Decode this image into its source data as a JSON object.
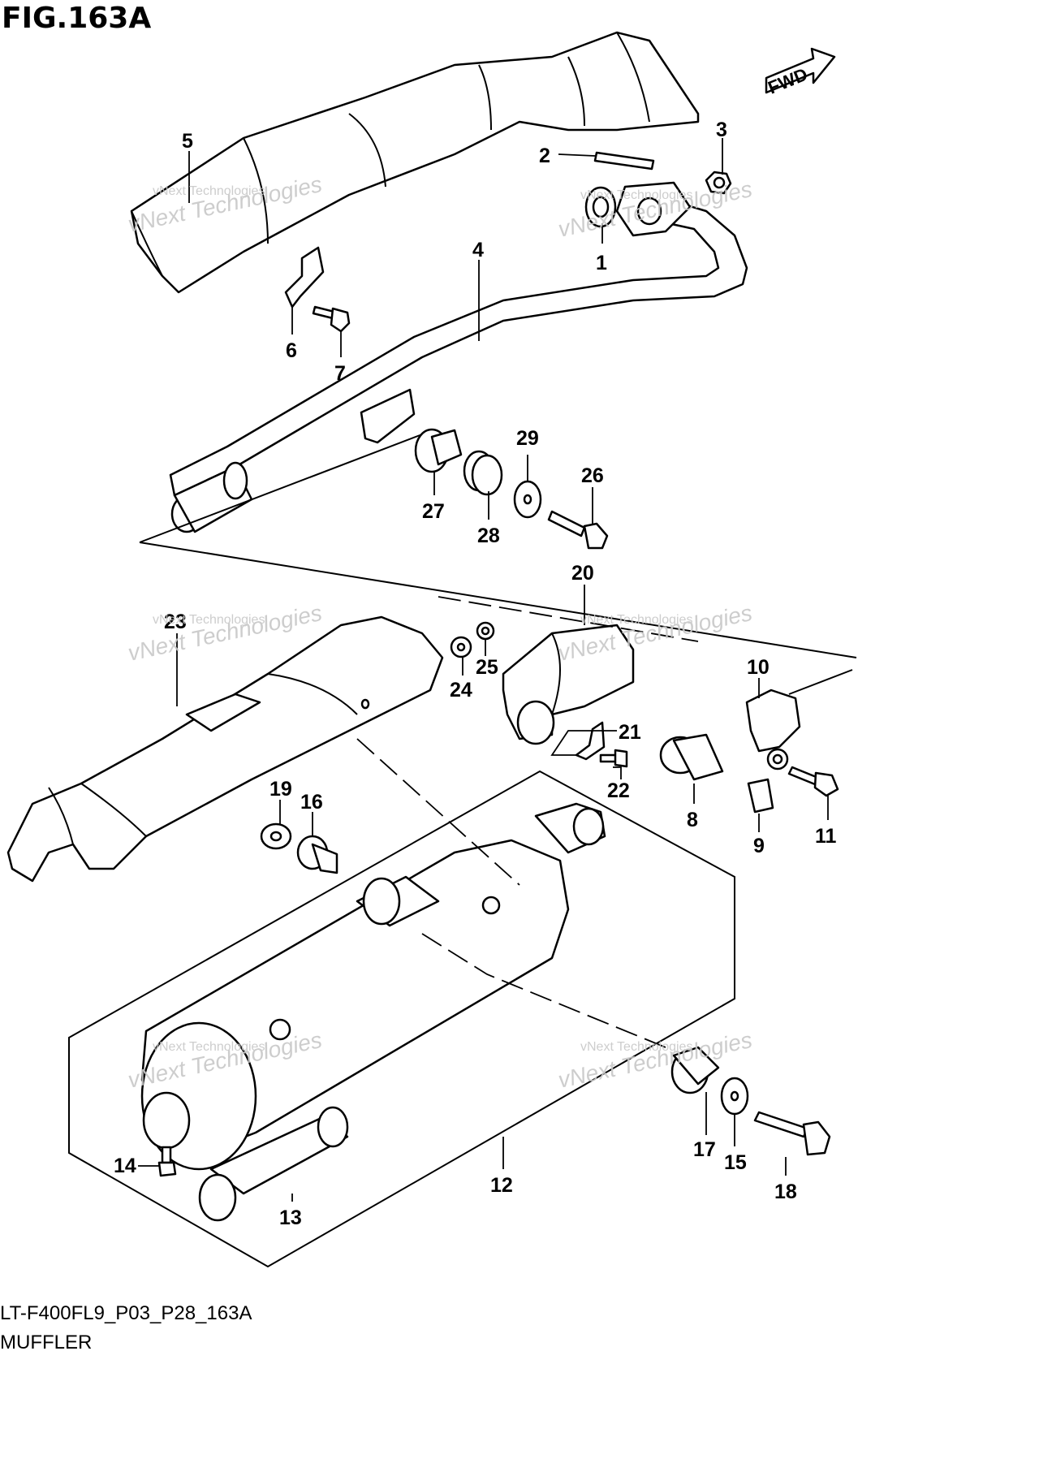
{
  "figure": {
    "title": "FIG.163A",
    "code": "LT-F400FL9_P03_P28_163A",
    "name": "MUFFLER"
  },
  "direction_badge": {
    "label": "FWD"
  },
  "watermark": {
    "line1": "vNext Technologies",
    "line2": "vNext Technologies"
  },
  "callouts": [
    {
      "id": "1",
      "label": "1"
    },
    {
      "id": "2",
      "label": "2"
    },
    {
      "id": "3",
      "label": "3"
    },
    {
      "id": "4",
      "label": "4"
    },
    {
      "id": "5",
      "label": "5"
    },
    {
      "id": "6",
      "label": "6"
    },
    {
      "id": "7",
      "label": "7"
    },
    {
      "id": "8",
      "label": "8"
    },
    {
      "id": "9",
      "label": "9"
    },
    {
      "id": "10",
      "label": "10"
    },
    {
      "id": "11",
      "label": "11"
    },
    {
      "id": "12",
      "label": "12"
    },
    {
      "id": "13",
      "label": "13"
    },
    {
      "id": "14",
      "label": "14"
    },
    {
      "id": "15",
      "label": "15"
    },
    {
      "id": "16",
      "label": "16"
    },
    {
      "id": "17",
      "label": "17"
    },
    {
      "id": "18",
      "label": "18"
    },
    {
      "id": "19",
      "label": "19"
    },
    {
      "id": "20",
      "label": "20"
    },
    {
      "id": "21",
      "label": "21"
    },
    {
      "id": "22",
      "label": "22"
    },
    {
      "id": "23",
      "label": "23"
    },
    {
      "id": "24",
      "label": "24"
    },
    {
      "id": "25",
      "label": "25"
    },
    {
      "id": "26",
      "label": "26"
    },
    {
      "id": "27",
      "label": "27"
    },
    {
      "id": "28",
      "label": "28"
    },
    {
      "id": "29",
      "label": "29"
    }
  ]
}
